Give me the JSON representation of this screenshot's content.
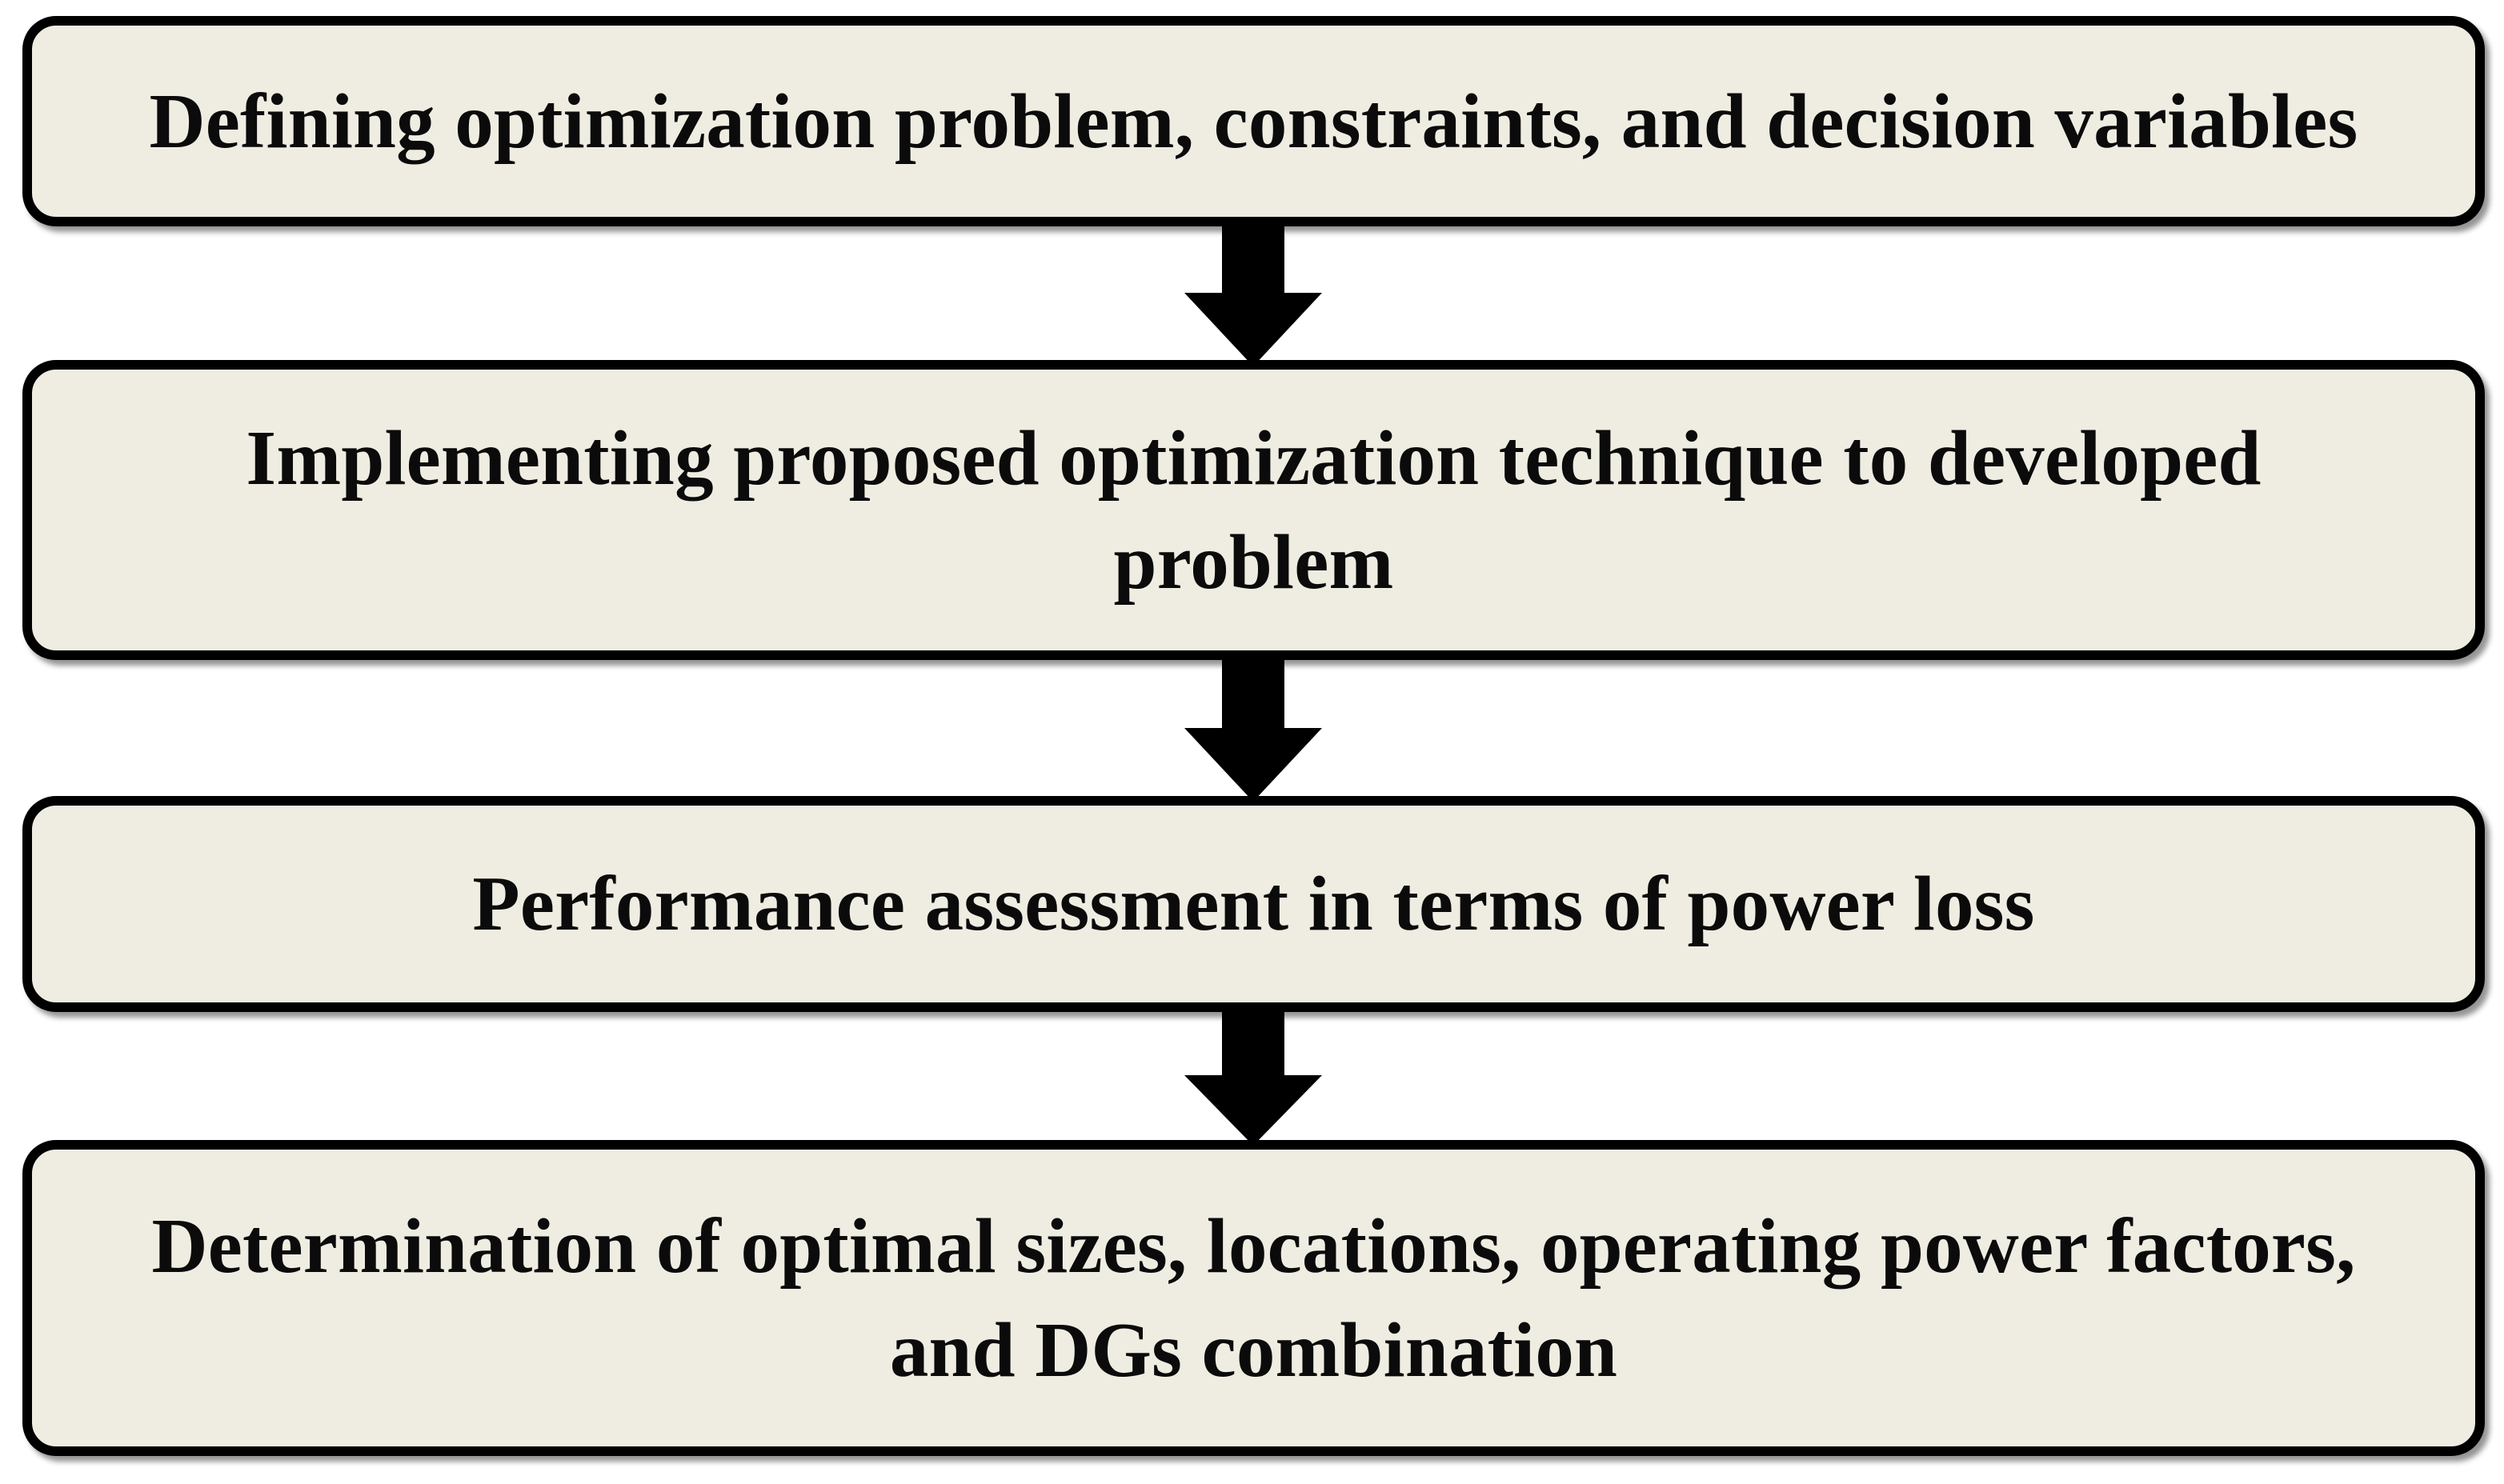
{
  "diagram": {
    "title": "Optimization methodology flowchart",
    "orientation": "top-to-bottom",
    "node_fill_color": "#EFEDE2",
    "node_border_color": "#000000",
    "arrow_color": "#000000",
    "text_color": "#0B0B0B",
    "background_color": "#FFFFFF"
  },
  "nodes": [
    {
      "id": "step-1",
      "order": 1,
      "shape": "rounded-rectangle",
      "lines": [
        "Defining optimization problem, constraints, and decision variables"
      ],
      "text": "Defining optimization problem, constraints, and decision variables"
    },
    {
      "id": "step-2",
      "order": 2,
      "shape": "rounded-rectangle",
      "lines": [
        "Implementing proposed optimization technique to developed",
        "problem"
      ],
      "text": "Implementing proposed optimization technique to developed\nproblem"
    },
    {
      "id": "step-3",
      "order": 3,
      "shape": "rounded-rectangle",
      "lines": [
        "Performance assessment in terms of power loss"
      ],
      "text": "Performance assessment in terms of power loss"
    },
    {
      "id": "step-4",
      "order": 4,
      "shape": "rounded-rectangle",
      "lines": [
        "Determination of optimal sizes, locations, operating power factors,",
        "and DGs combination"
      ],
      "text": "Determination of optimal sizes, locations, operating power factors,\nand DGs combination"
    }
  ],
  "connectors": [
    {
      "id": "arrow-1",
      "from": "step-1",
      "to": "step-2",
      "direction": "down",
      "style": "solid-block-arrow"
    },
    {
      "id": "arrow-2",
      "from": "step-2",
      "to": "step-3",
      "direction": "down",
      "style": "solid-block-arrow"
    },
    {
      "id": "arrow-3",
      "from": "step-3",
      "to": "step-4",
      "direction": "down",
      "style": "solid-block-arrow"
    }
  ]
}
